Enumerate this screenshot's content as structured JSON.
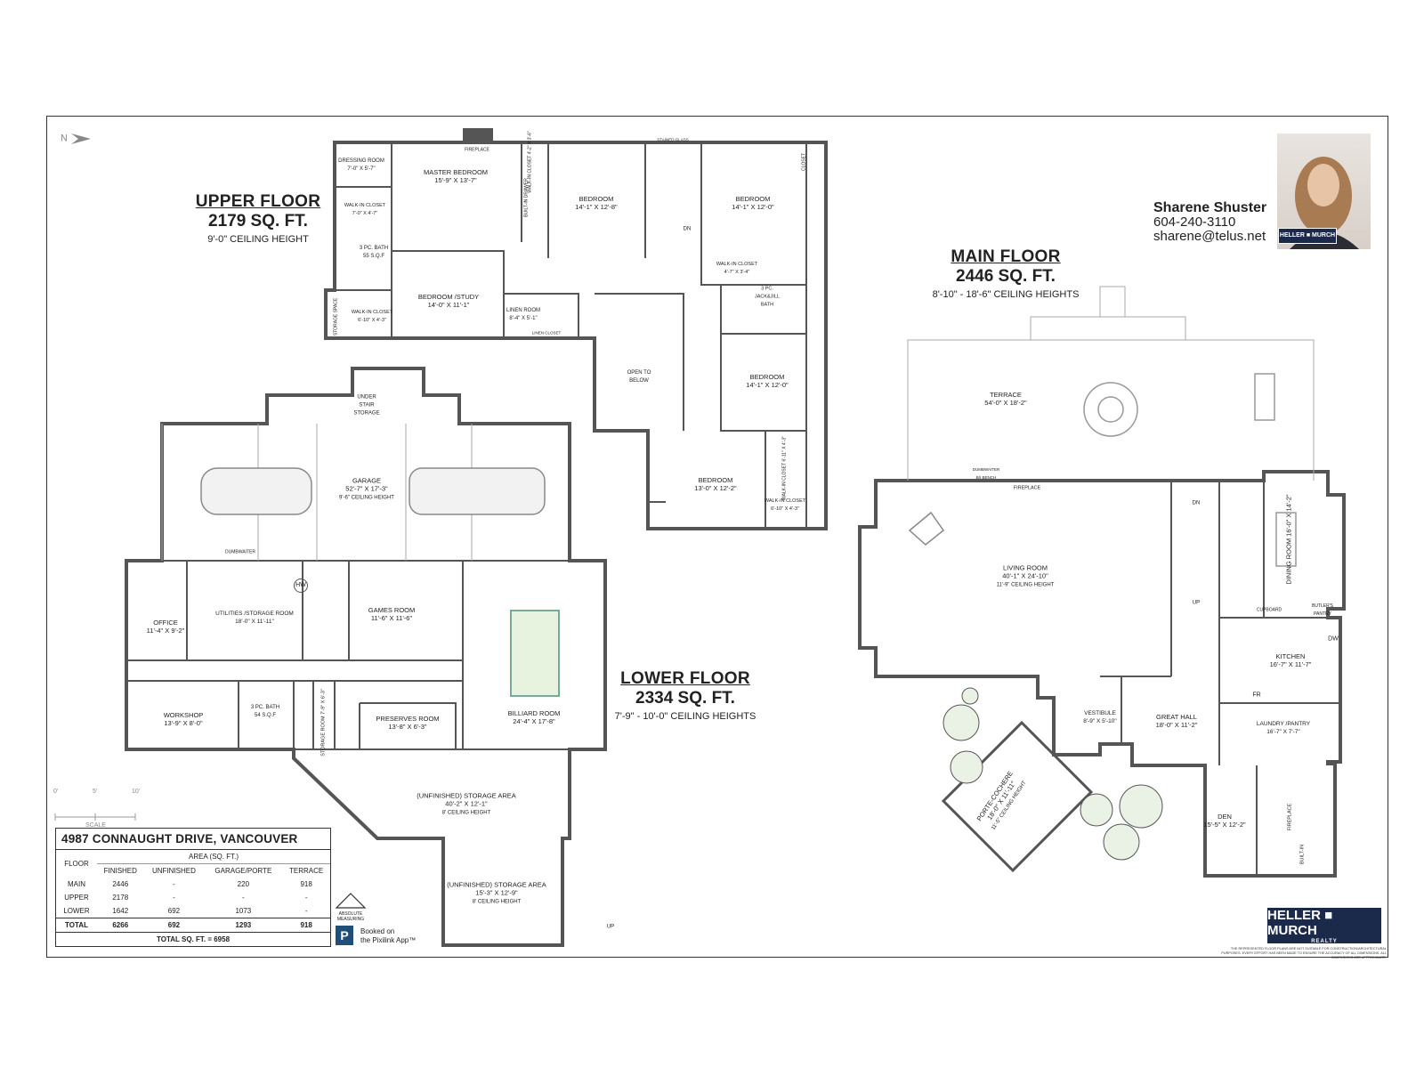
{
  "compass": {
    "letter": "N",
    "icon": "north-arrow-icon"
  },
  "floors": {
    "upper": {
      "name": "UPPER FLOOR",
      "area": "2179 SQ. FT.",
      "ceiling": "9'-0\" CEILING HEIGHT"
    },
    "main": {
      "name": "MAIN FLOOR",
      "area": "2446 SQ. FT.",
      "ceiling": "8'-10\" - 18'-6\" CEILING HEIGHTS"
    },
    "lower": {
      "name": "LOWER FLOOR",
      "area": "2334 SQ. FT.",
      "ceiling": "7'-9\" - 10'-0\" CEILING HEIGHTS"
    }
  },
  "agent": {
    "name": "Sharene Shuster",
    "phone": "604-240-3110",
    "email": "sharene@telus.net",
    "badge": "HELLER ■ MURCH"
  },
  "upper_rooms": {
    "dressing": "DRESSING ROOM",
    "dressing_dim": "7'-0\" x 5'-7\"",
    "master": "MASTER BEDROOM",
    "master_dim": "15'-9\" x 13'-7\"",
    "fireplace": "FIREPLACE",
    "wic1": "WALK-IN CLOSET",
    "wic1_dim": "4'-2\" x 3'-6\"",
    "builtin_drawer": "BUILT-IN DRAWER",
    "bedroom2": "BEDROOM",
    "bedroom2_dim": "14'-1\" x 12'-8\"",
    "stained_glass": "STAINED GLASS",
    "dn": "DN",
    "bedroom3": "BEDROOM",
    "bedroom3_dim": "14'-1\" x 12'-0\"",
    "closet": "CLOSET",
    "wic2": "WALK-IN CLOSET",
    "wic2_dim": "7'-0\" x 4'-7\"",
    "bath3": "3 PC. BATH",
    "bath3_dim": "55 S.Q.F",
    "study": "BEDROOM /STUDY",
    "study_dim": "14'-0\" x 11'-1\"",
    "storage_space": "STORAGE SPACE",
    "wic3": "WALK-IN CLOSET",
    "wic3_dim": "6'-10\" x 4'-3\"",
    "linen": "LINEN ROOM",
    "linen_dim": "8'-4\" x 5'-1\"",
    "linen_closet": "LINEN CLOSET",
    "wic4": "WALK-IN CLOSET",
    "wic4_dim": "4'-7\" x 3'-4\"",
    "jackjill": "3 PC. JACK&JILL BATH",
    "open_below": "OPEN TO BELOW",
    "bedroom4": "BEDROOM",
    "bedroom4_dim": "14'-1\" x 12'-0\"",
    "bedroom5": "BEDROOM",
    "bedroom5_dim": "13'-0\" x 12'-2\"",
    "wic5": "WALK-IN CLOSET",
    "wic5_dim": "6'-11\" x 4'-3\"",
    "wic6": "WALK-IN CLOSET",
    "wic6_dim": "6'-10\" x 4'-3\""
  },
  "lower_rooms": {
    "under_stair": "UNDER STAIR STORAGE",
    "garage": "GARAGE",
    "garage_dim": "52'-7\" x 17'-3\"",
    "garage_ceil": "9'-6\" CEILING HEIGHT",
    "dumbwaiter": "DUMBWAITER",
    "office": "OFFICE",
    "office_dim": "11'-4\" x 9'-2\"",
    "utilities": "UTILITIES /STORAGE ROOM",
    "utilities_dim": "18'-0\" x 11'-11\"",
    "hw": "HW",
    "games": "GAMES ROOM",
    "games_dim": "11'-6\" x 11'-6\"",
    "billiard": "BILLIARD ROOM",
    "billiard_dim": "24'-4\" x 17'-8\"",
    "workshop": "WORKSHOP",
    "workshop_dim": "13'-9\" x 8'-0\"",
    "bath": "3 PC. BATH",
    "bath_dim": "54 S.Q.F",
    "storage": "STORAGE ROOM",
    "storage_dim": "7'-9\" x 6'-3\"",
    "preserves": "PRESERVES ROOM",
    "preserves_dim": "13'-8\" x 6'-3\"",
    "unf1": "(UNFINISHED) STORAGE AREA",
    "unf1_dim": "40'-2\" x 12'-1\"",
    "unf1_ceil": "8' CEILING HEIGHT",
    "unf2": "(UNFINISHED) STORAGE AREA",
    "unf2_dim": "15'-3\" x 12'-9\"",
    "unf2_ceil": "8' CEILING HEIGHT",
    "up": "UP"
  },
  "main_rooms": {
    "terrace": "TERRACE",
    "terrace_dim": "54'-0\" x 18'-2\"",
    "dumbwaiter": "DUMBWAITER B/I BENCH",
    "fireplace": "FIREPLACE",
    "living": "LIVING ROOM",
    "living_dim": "40'-1\" x 24'-10\"",
    "living_ceil": "11'-9\" CEILING HEIGHT",
    "dining": "DINING ROOM",
    "dining_dim": "16'-0\" x 14'-2\"",
    "cupboard": "CUPBOARD",
    "butler": "BUTLER'S PANTRY",
    "kitchen": "KITCHEN",
    "kitchen_dim": "16'-7\" x 11'-7\"",
    "dw": "DW",
    "fr": "FR",
    "laundry": "LAUNDRY /PANTRY",
    "laundry_dim": "16'-7\" x 7'-7\"",
    "vestibule": "VESTIBULE",
    "vestibule_dim": "8'-9\" x 5'-10\"",
    "great_hall": "GREAT HALL",
    "great_hall_dim": "18'-0\" x 11'-2\"",
    "porte": "PORTE-COCHERE",
    "porte_dim": "18'-0\" x 11'-11\"",
    "porte_ceil": "11'-5\" CEILING HEIGHT",
    "den": "DEN",
    "den_dim": "15'-5\" x 12'-2\"",
    "den_fireplace": "FIREPLACE",
    "builtin": "BUILT-IN",
    "up": "UP",
    "dn": "DN"
  },
  "table": {
    "address": "4987 CONNAUGHT DRIVE, VANCOUVER",
    "floor_header": "FLOOR",
    "area_header": "AREA (SQ. FT.)",
    "columns": [
      "FINISHED",
      "UNFINISHED",
      "GARAGE/PORTE",
      "TERRACE"
    ],
    "rows": [
      {
        "floor": "MAIN",
        "values": [
          "2446",
          "-",
          "220",
          "918"
        ]
      },
      {
        "floor": "UPPER",
        "values": [
          "2178",
          "-",
          "-",
          "-"
        ]
      },
      {
        "floor": "LOWER",
        "values": [
          "1642",
          "692",
          "1073",
          "-"
        ]
      }
    ],
    "total": {
      "floor": "TOTAL",
      "values": [
        "6266",
        "692",
        "1293",
        "918"
      ]
    },
    "grand_total": "TOTAL SQ. FT. = 6958"
  },
  "scale": {
    "label": "SCALE",
    "ticks": [
      "0'",
      "5'",
      "10'"
    ]
  },
  "pixilink": {
    "letter": "P",
    "line1": "Booked on",
    "line2": "the Pixilink App™"
  },
  "seal": {
    "text": "ABSOLUTE MEASURING"
  },
  "logo": {
    "name": "HELLER ■ MURCH",
    "sub": "REALTY"
  },
  "disclaimer": "THE REPRESENTED FLOOR PLANS ARE NOT SUITABLE FOR CONSTRUCTION/ARCHITECTURAL PURPOSES. EVERY EFFORT HAS BEEN MADE TO ENSURE THE ACCURACY OF ALL DIMENSIONS. ALL DIMENSIONS ARE APPROXIMATE."
}
